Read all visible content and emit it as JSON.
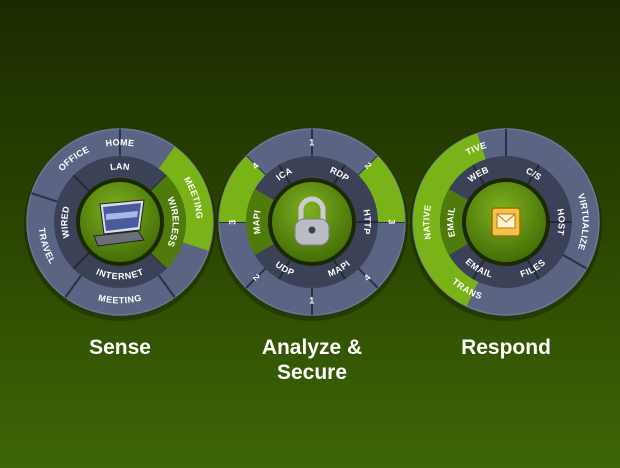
{
  "colors": {
    "outer_ring": "#5b6583",
    "middle_ring": "#3b4258",
    "highlight_outer": "#7ab317",
    "highlight_middle": "#4f7a0c",
    "hub": "#3f6a05",
    "text": "#ffffff"
  },
  "wheels": [
    {
      "id": "sense",
      "caption": "Sense",
      "hub_icon": "laptop-icon",
      "outer_labels": [
        "HOME",
        "MEETING",
        "MEETING",
        "TRAVEL",
        "OFFICE"
      ],
      "middle_labels": [
        "LAN",
        "WIRELESS",
        "INTERNET",
        "WIRED"
      ],
      "highlighted_outer": "MEETING",
      "highlighted_middle": "WIRELESS"
    },
    {
      "id": "analyze-secure",
      "caption": "Analyze &\nSecure",
      "hub_icon": "padlock-icon",
      "outer_labels": [
        "1",
        "2",
        "3",
        "4",
        "1",
        "2",
        "3",
        "4"
      ],
      "middle_labels": [
        "ICA",
        "RDP",
        "HTTP",
        "MAPI",
        "UDP",
        "MAPI"
      ],
      "highlighted_outer": "3",
      "highlighted_middle": "MAPI"
    },
    {
      "id": "respond",
      "caption": "Respond",
      "hub_icon": "outlook-app-icon",
      "outer_labels": [
        "TIVE",
        "VIRTUALIZE",
        "TRANS"
      ],
      "middle_labels": [
        "WEB",
        "C/S",
        "HOST",
        "FILES",
        "EMAIL",
        "EMAIL"
      ],
      "highlighted_outer": "NATIVE",
      "highlighted_middle": "EMAIL"
    }
  ]
}
